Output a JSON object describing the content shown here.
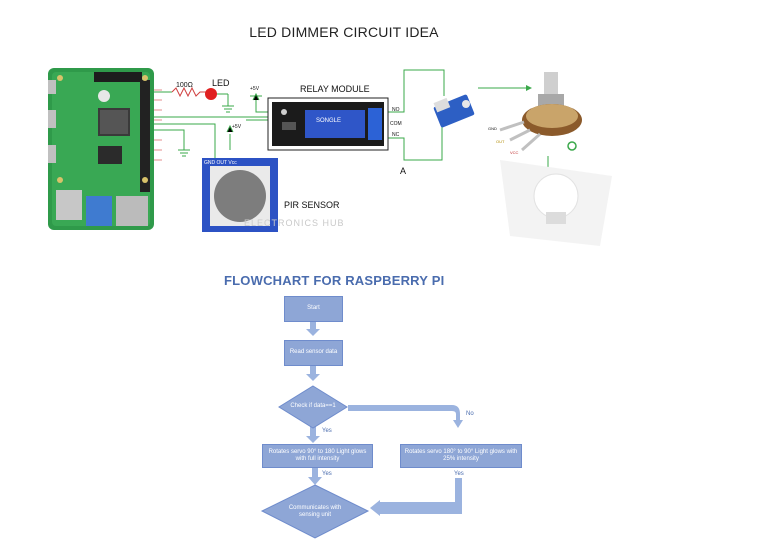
{
  "circuit": {
    "title": "LED DIMMER CIRCUIT IDEA",
    "resistor_label": "100Ω",
    "led_label": "LED",
    "relay_label": "RELAY MODULE",
    "relay_module_text": "SONGLE",
    "pir_label": "PIR SENSOR",
    "pir_pins": "GND OUT Vcc",
    "relay_pins": [
      "NO",
      "COM",
      "NC"
    ],
    "vcc_label": "+5V",
    "node_label": "A",
    "watermark": "ELECTRONICS HUB",
    "pot_pins": [
      "GND",
      "OUT",
      "VCC"
    ]
  },
  "flowchart": {
    "title": "FLOWCHART FOR RASPBERRY PI",
    "start": "Start",
    "read": "Read sensor data",
    "decision": "Check if data==1",
    "yes_label": "Yes",
    "no_label": "No",
    "yes_label_2": "Yes",
    "yes_label_3": "Yes",
    "yes_action": "Rotates servo 90° to 180 Light glows with full intensity",
    "no_action": "Rotates servo 180° to 90° Light glows with 25% intensity",
    "communicate": "Communicates with sensing unit"
  },
  "colors": {
    "fc_fill": "#8ea6d6",
    "fc_arrow": "#9bb3df",
    "wire_green": "#3aa84a",
    "board_green": "#2f9a4a",
    "relay_blue": "#2f56c8"
  }
}
